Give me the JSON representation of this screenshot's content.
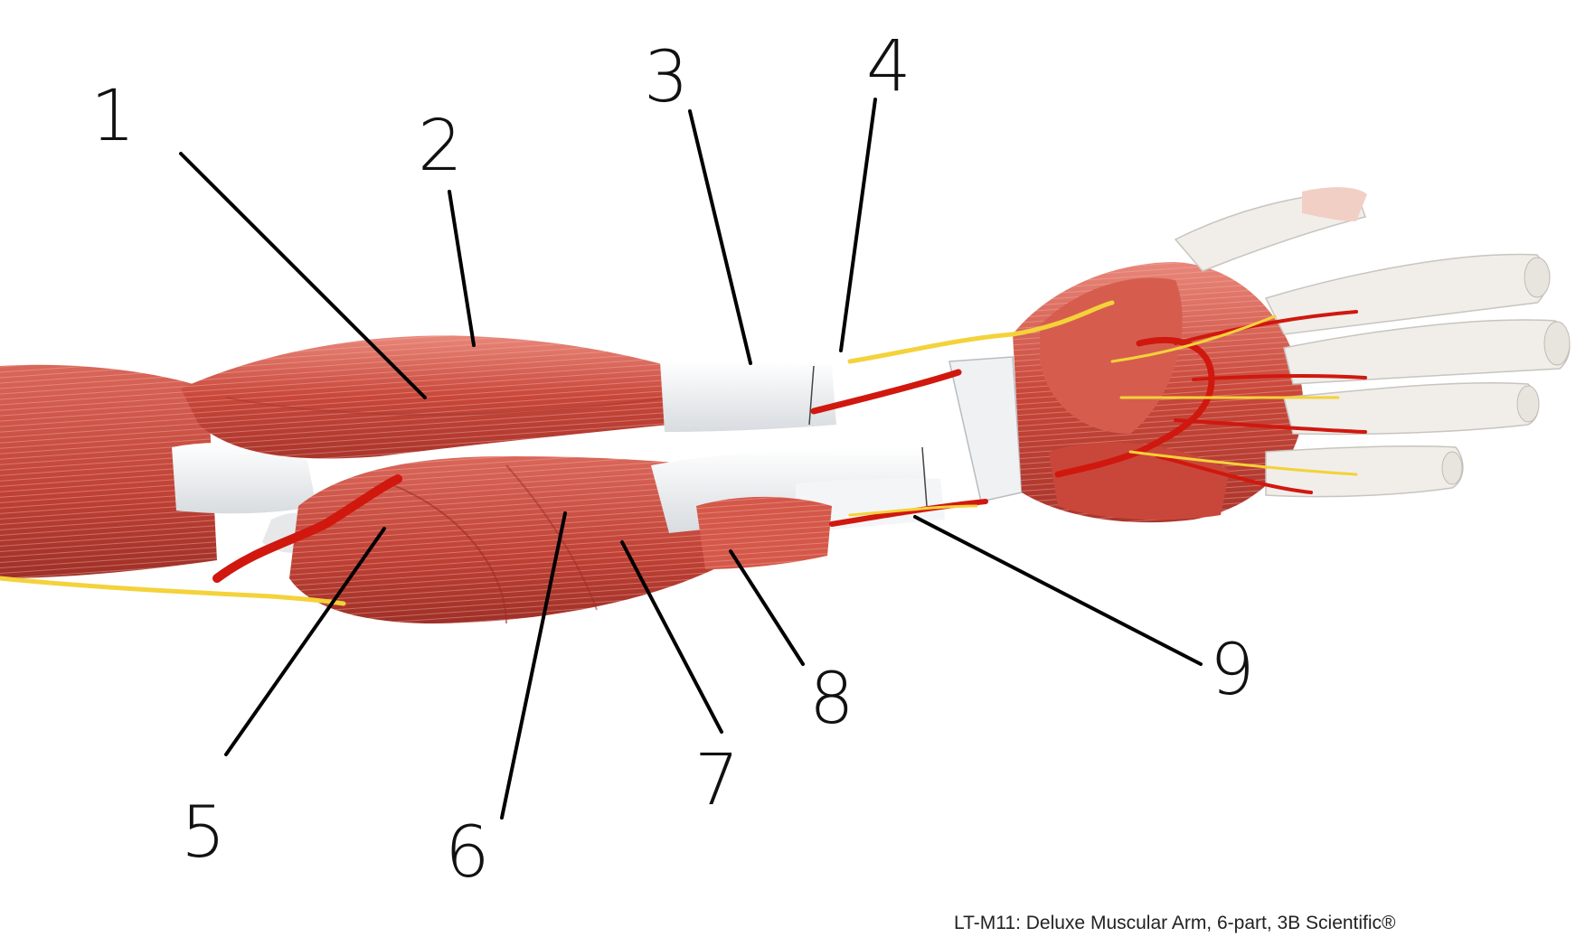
{
  "labels": [
    {
      "id": "1",
      "text": "1"
    },
    {
      "id": "2",
      "text": "2"
    },
    {
      "id": "3",
      "text": "3"
    },
    {
      "id": "4",
      "text": "4"
    },
    {
      "id": "5",
      "text": "5"
    },
    {
      "id": "6",
      "text": "6"
    },
    {
      "id": "7",
      "text": "7"
    },
    {
      "id": "8",
      "text": "8"
    },
    {
      "id": "9",
      "text": "9"
    }
  ],
  "caption": "LT-M11: Deluxe Muscular Arm, 6-part, 3B Scientific®",
  "colors": {
    "muscle": "#c9473a",
    "muscle_light": "#e0786a",
    "tendon": "#eef0f2",
    "artery": "#d0180f",
    "nerve": "#f4d23a",
    "leader": "#000000"
  }
}
